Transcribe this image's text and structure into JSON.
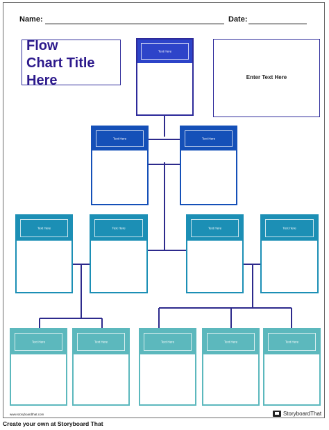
{
  "header": {
    "name_label": "Name:",
    "date_label": "Date:"
  },
  "title": {
    "text": "Flow\nChart Title\nHere"
  },
  "enter_box": {
    "text": "Enter Text Here"
  },
  "colors": {
    "frame": "#2d2a9a",
    "connector": "#2d2a8c",
    "level1": "#2d44c9",
    "level2": "#1550b8",
    "level3": "#1c8fb5",
    "level4": "#5cb8bd"
  },
  "nodes": {
    "root": "Text Here",
    "l2_left": "Text Here",
    "l2_right": "Text Here",
    "l3_a": "Text Here",
    "l3_b": "Text Here",
    "l3_c": "Text Here",
    "l3_d": "Text Here",
    "l4_a": "Text Here",
    "l4_b": "Text Here",
    "l4_c": "Text Here",
    "l4_d": "Text Here",
    "l4_e": "Text Here"
  },
  "footer": {
    "url": "www.storyboardthat.com",
    "brand": "StoryboardThat",
    "caption": "Create your own at Storyboard That"
  }
}
